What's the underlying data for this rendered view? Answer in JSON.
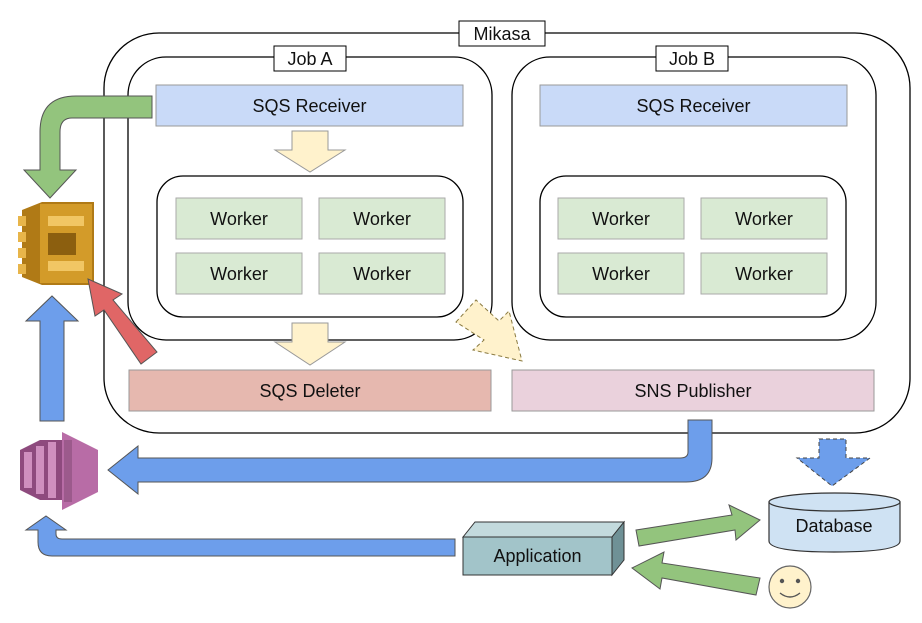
{
  "mikasa": {
    "title": "Mikasa"
  },
  "job_a": {
    "title": "Job A",
    "receiver": "SQS Receiver",
    "workers": [
      "Worker",
      "Worker",
      "Worker",
      "Worker"
    ]
  },
  "job_b": {
    "title": "Job B",
    "receiver": "SQS Receiver",
    "workers": [
      "Worker",
      "Worker",
      "Worker",
      "Worker"
    ]
  },
  "deleter": {
    "label": "SQS Deleter"
  },
  "publisher": {
    "label": "SNS Publisher"
  },
  "database": {
    "label": "Database"
  },
  "application": {
    "label": "Application"
  },
  "colors": {
    "receiver_fill": "#c9daf8",
    "worker_fill": "#d9ead3",
    "deleter_fill": "#e6b8af",
    "publisher_fill": "#ead1dc",
    "database_fill": "#cfe2f3",
    "application_fill": "#a2c4c9",
    "blue_arrow": "#6d9eeb",
    "green_arrow": "#93c47d",
    "red_arrow": "#e06666",
    "yellow_arrow": "#fff2cc",
    "sqs_gold": "#d39b29",
    "sns_purple": "#b86ca6",
    "smiley": "#fff2cc"
  },
  "icons": [
    "sqs-queue-icon",
    "sns-topic-icon",
    "smiley-user-icon"
  ]
}
